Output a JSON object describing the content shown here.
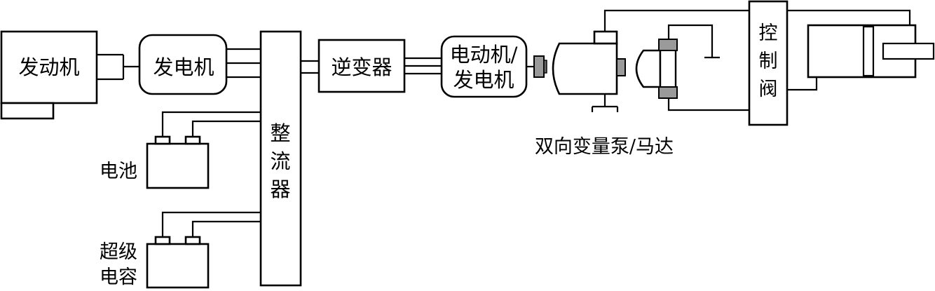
{
  "components": {
    "engine": "发动机",
    "generator": "发电机",
    "rectifier": [
      "整",
      "流",
      "器"
    ],
    "battery": "电池",
    "supercapacitor": [
      "超级",
      "电容"
    ],
    "inverter": "逆变器",
    "motor_generator": [
      "电动机/",
      "发电机"
    ],
    "pump_motor": "双向变量泵/马达",
    "control_valve": [
      "控",
      "制",
      "阀"
    ]
  }
}
